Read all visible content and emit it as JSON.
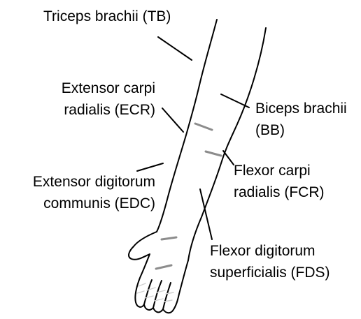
{
  "labels": {
    "tb": {
      "line1": "Triceps brachii (TB)"
    },
    "ecr": {
      "line1": "Extensor carpi",
      "line2": "radialis (ECR)"
    },
    "edc": {
      "line1": "Extensor digitorum",
      "line2": "communis (EDC)"
    },
    "bb": {
      "line1": "Biceps brachii",
      "line2": "(BB)"
    },
    "fcr": {
      "line1": "Flexor carpi",
      "line2": "radialis (FCR)"
    },
    "fds": {
      "line1": "Flexor digitorum",
      "line2": "superficialis (FDS)"
    }
  },
  "colors": {
    "outline": "#000000",
    "electrode": "#8c8c8c",
    "background": "#ffffff"
  }
}
